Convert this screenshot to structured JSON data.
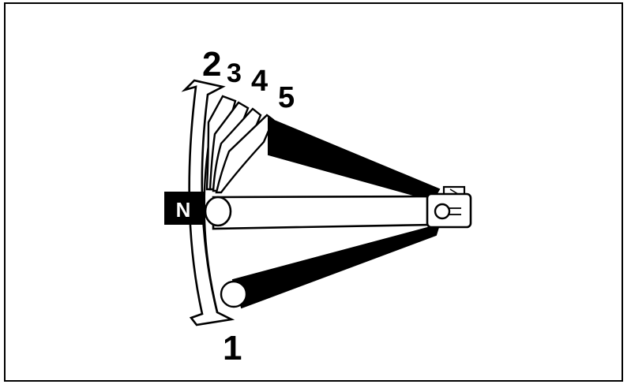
{
  "diagram": {
    "neutral_label": "N",
    "position_labels": {
      "p1": "1",
      "p2": "2",
      "p3": "3",
      "p4": "4",
      "p5": "5"
    }
  },
  "colors": {
    "ink": "#000000",
    "paper": "#ffffff"
  },
  "icons": {
    "pivot": "pivot-clamp-icon",
    "shift_arrow": "double-headed-arc-arrow-icon"
  }
}
